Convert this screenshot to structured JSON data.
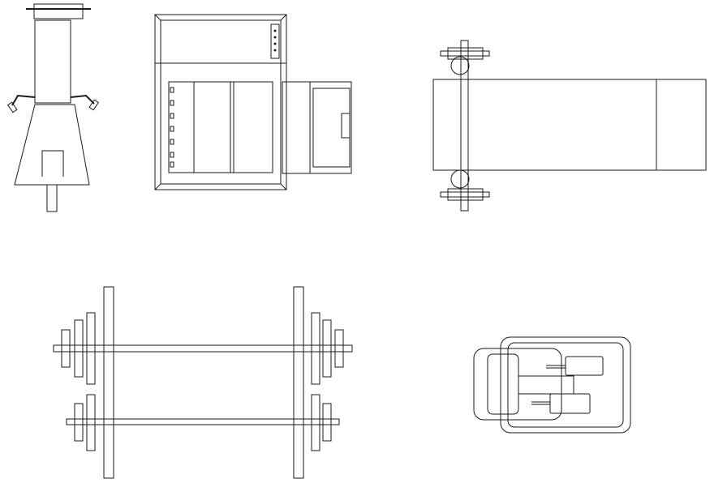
{
  "drawing": {
    "background": "#ffffff",
    "line_color": "#1a1a1a",
    "objects": [
      {
        "id": "stand-front-elevation",
        "kind": "equipment-stand",
        "view": "front"
      },
      {
        "id": "cabinet-plan",
        "kind": "cabinet-with-drawer",
        "view": "top"
      },
      {
        "id": "bench-plan",
        "kind": "weight-bench",
        "view": "top"
      },
      {
        "id": "barbell-rack-plan",
        "kind": "barbell-rack",
        "view": "top",
        "barbells": 2
      },
      {
        "id": "trolley-plan",
        "kind": "cart",
        "view": "top"
      }
    ]
  }
}
